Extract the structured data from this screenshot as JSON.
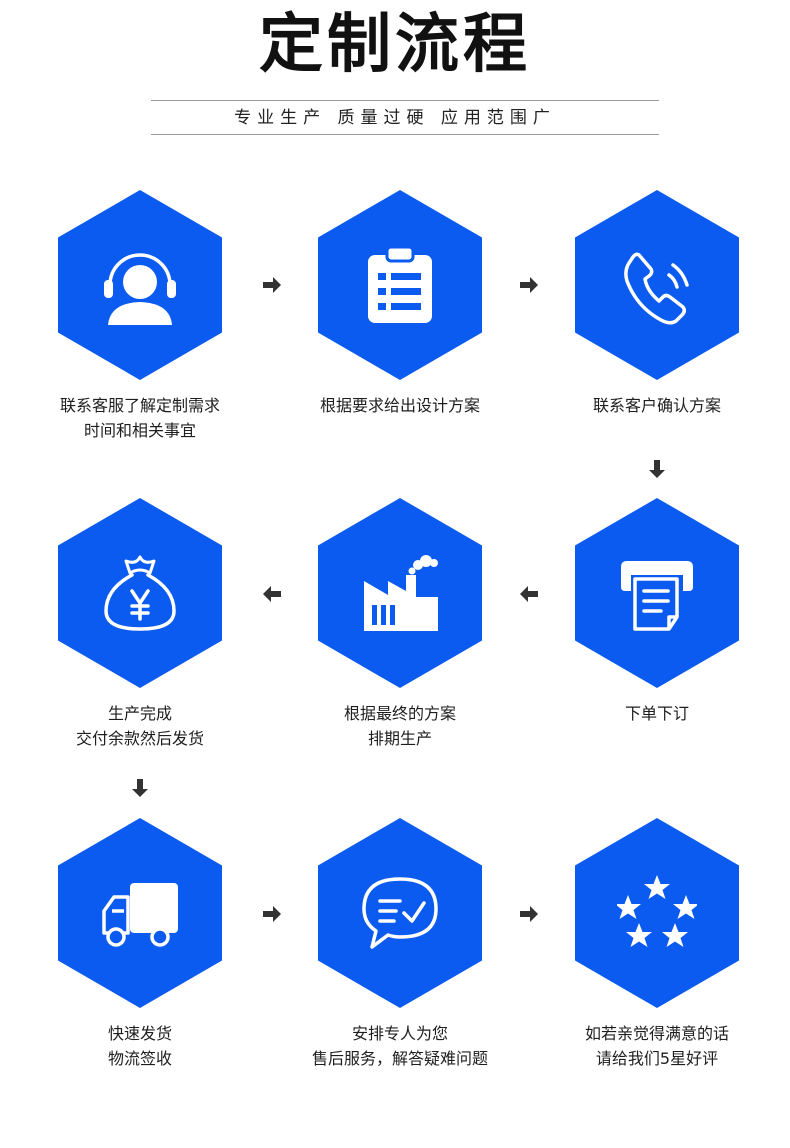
{
  "header": {
    "title": "定制流程",
    "subtitle": "专业生产  质量过硬  应用范围广"
  },
  "colors": {
    "hex_blue": "#0b5bf0",
    "arrow": "#333333"
  },
  "steps": [
    {
      "icon": "customer-service-headset-icon",
      "line1": "联系客服了解定制需求",
      "line2": "时间和相关事宜"
    },
    {
      "icon": "clipboard-list-icon",
      "line1": "根据要求给出设计方案",
      "line2": ""
    },
    {
      "icon": "phone-call-icon",
      "line1": "联系客户确认方案",
      "line2": ""
    },
    {
      "icon": "money-bag-yen-icon",
      "line1": "生产完成",
      "line2": "交付余款然后发货"
    },
    {
      "icon": "factory-icon",
      "line1": "根据最终的方案",
      "line2": "排期生产"
    },
    {
      "icon": "printer-order-icon",
      "line1": "下单下订",
      "line2": ""
    },
    {
      "icon": "delivery-truck-icon",
      "line1": "快速发货",
      "line2": "物流签收"
    },
    {
      "icon": "chat-bubble-check-icon",
      "line1": "安排专人为您",
      "line2": "售后服务，解答疑难问题"
    },
    {
      "icon": "five-stars-icon",
      "line1": "如若亲觉得满意的话",
      "line2": "请给我们5星好评"
    }
  ]
}
